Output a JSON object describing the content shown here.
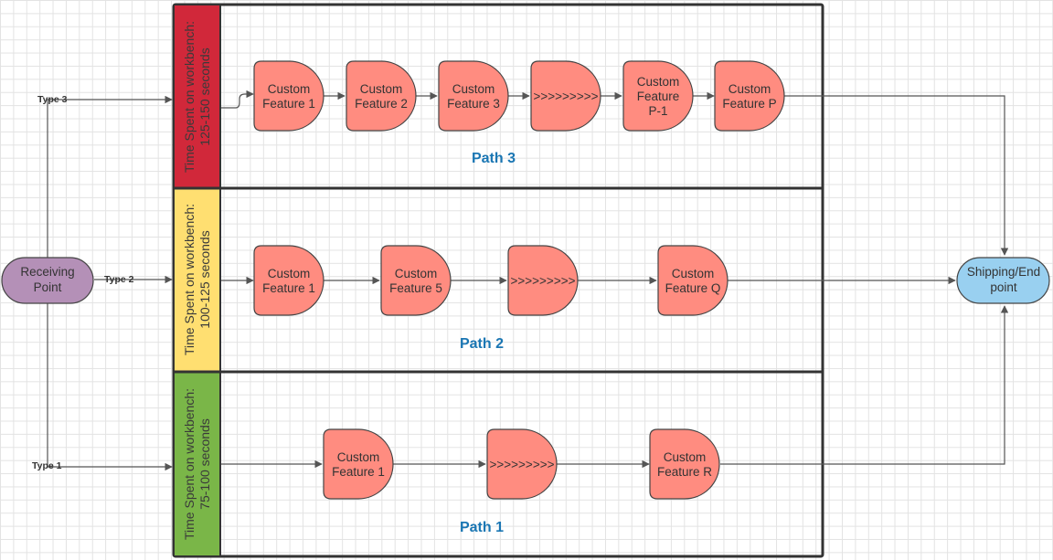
{
  "colors": {
    "lane_red": "#d1283a",
    "lane_yellow": "#ffdf71",
    "lane_green": "#7ab648",
    "feature_fill": "#ff8c80",
    "start_fill": "#b490b7",
    "end_fill": "#99d0f0",
    "path_title": "#1a76b3"
  },
  "start": {
    "label_line1": "Receiving",
    "label_line2": "Point"
  },
  "end": {
    "label_line1": "Shipping/End",
    "label_line2": "point"
  },
  "branches": {
    "type1": "Type 1",
    "type2": "Type 2",
    "type3": "Type 3"
  },
  "lanes": [
    {
      "band_line1": "Time Spent on workbench:",
      "band_line2": "125-150 seconds",
      "path_label": "Path 3",
      "features": [
        {
          "lines": [
            "Custom",
            "Feature 1"
          ]
        },
        {
          "lines": [
            "Custom",
            "Feature 2"
          ]
        },
        {
          "lines": [
            "Custom",
            "Feature 3"
          ]
        },
        {
          "lines": [
            ">>>>>>>>>"
          ]
        },
        {
          "lines": [
            "Custom",
            "Feature",
            "P-1"
          ]
        },
        {
          "lines": [
            "Custom",
            "Feature P"
          ]
        }
      ]
    },
    {
      "band_line1": "Time Spent on workbench:",
      "band_line2": "100-125 seconds",
      "path_label": "Path 2",
      "features": [
        {
          "lines": [
            "Custom",
            "Feature 1"
          ]
        },
        {
          "lines": [
            "Custom",
            "Feature 5"
          ]
        },
        {
          "lines": [
            ">>>>>>>>>"
          ]
        },
        {
          "lines": [
            "Custom",
            "Feature Q"
          ]
        }
      ]
    },
    {
      "band_line1": "Time Spent on workbench:",
      "band_line2": "75-100 seconds",
      "path_label": "Path 1",
      "features": [
        {
          "lines": [
            "Custom",
            "Feature 1"
          ]
        },
        {
          "lines": [
            ">>>>>>>>>"
          ]
        },
        {
          "lines": [
            "Custom",
            "Feature R"
          ]
        }
      ]
    }
  ]
}
